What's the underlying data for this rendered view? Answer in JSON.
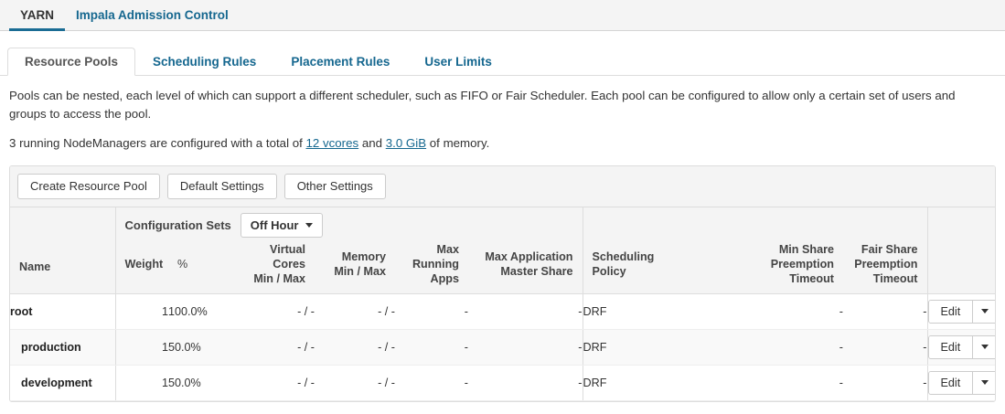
{
  "topnav": {
    "items": [
      {
        "label": "YARN",
        "active": true
      },
      {
        "label": "Impala Admission Control",
        "active": false
      }
    ]
  },
  "subtabs": {
    "items": [
      {
        "label": "Resource Pools",
        "active": true
      },
      {
        "label": "Scheduling Rules",
        "active": false
      },
      {
        "label": "Placement Rules",
        "active": false
      },
      {
        "label": "User Limits",
        "active": false
      }
    ]
  },
  "intro": {
    "text": "Pools can be nested, each level of which can support a different scheduler, such as FIFO or Fair Scheduler. Each pool can be configured to allow only a certain set of users and groups to access the pool."
  },
  "nodemanagers": {
    "prefix": "3 running NodeManagers are configured with a total of ",
    "vcores_link": "12 vcores",
    "middle": " and ",
    "memory_link": "3.0 GiB",
    "suffix": " of memory."
  },
  "toolbar": {
    "create_label": "Create Resource Pool",
    "default_settings_label": "Default Settings",
    "other_settings_label": "Other Settings"
  },
  "config_sets": {
    "label": "Configuration Sets",
    "selected": "Off Hour"
  },
  "table": {
    "name_header": "Name",
    "columns": [
      {
        "key": "weight",
        "label": "Weight",
        "align": "right"
      },
      {
        "key": "percent",
        "label": "%",
        "align": "left"
      },
      {
        "key": "vcores",
        "label": "Virtual Cores\nMin / Max",
        "align": "right"
      },
      {
        "key": "memory",
        "label": "Memory\nMin / Max",
        "align": "right"
      },
      {
        "key": "max_running_apps",
        "label": "Max\nRunning\nApps",
        "align": "right"
      },
      {
        "key": "max_am_share",
        "label": "Max Application\nMaster Share",
        "align": "right"
      },
      {
        "key": "scheduling_policy",
        "label": "Scheduling\nPolicy",
        "align": "left"
      },
      {
        "key": "min_share_preemption_timeout",
        "label": "Min Share\nPreemption\nTimeout",
        "align": "right"
      },
      {
        "key": "fair_share_preemption_timeout",
        "label": "Fair Share\nPreemption\nTimeout",
        "align": "right"
      }
    ],
    "rows": [
      {
        "name": "root",
        "depth": 0,
        "weight": "1",
        "percent": "100.0%",
        "vcores": "- / -",
        "memory": "- / -",
        "max_running_apps": "-",
        "max_am_share": "-",
        "scheduling_policy": "DRF",
        "min_share_preemption_timeout": "-",
        "fair_share_preemption_timeout": "-",
        "edit_label": "Edit"
      },
      {
        "name": "production",
        "depth": 1,
        "weight": "1",
        "percent": "50.0%",
        "vcores": "- / -",
        "memory": "- / -",
        "max_running_apps": "-",
        "max_am_share": "-",
        "scheduling_policy": "DRF",
        "min_share_preemption_timeout": "-",
        "fair_share_preemption_timeout": "-",
        "edit_label": "Edit"
      },
      {
        "name": "development",
        "depth": 1,
        "weight": "1",
        "percent": "50.0%",
        "vcores": "- / -",
        "memory": "- / -",
        "max_running_apps": "-",
        "max_am_share": "-",
        "scheduling_policy": "DRF",
        "min_share_preemption_timeout": "-",
        "fair_share_preemption_timeout": "-",
        "edit_label": "Edit"
      }
    ]
  },
  "colors": {
    "link": "#15678f",
    "active_underline": "#1a6c94",
    "toolbar_bg": "#f4f4f4",
    "border": "#dddddd"
  }
}
